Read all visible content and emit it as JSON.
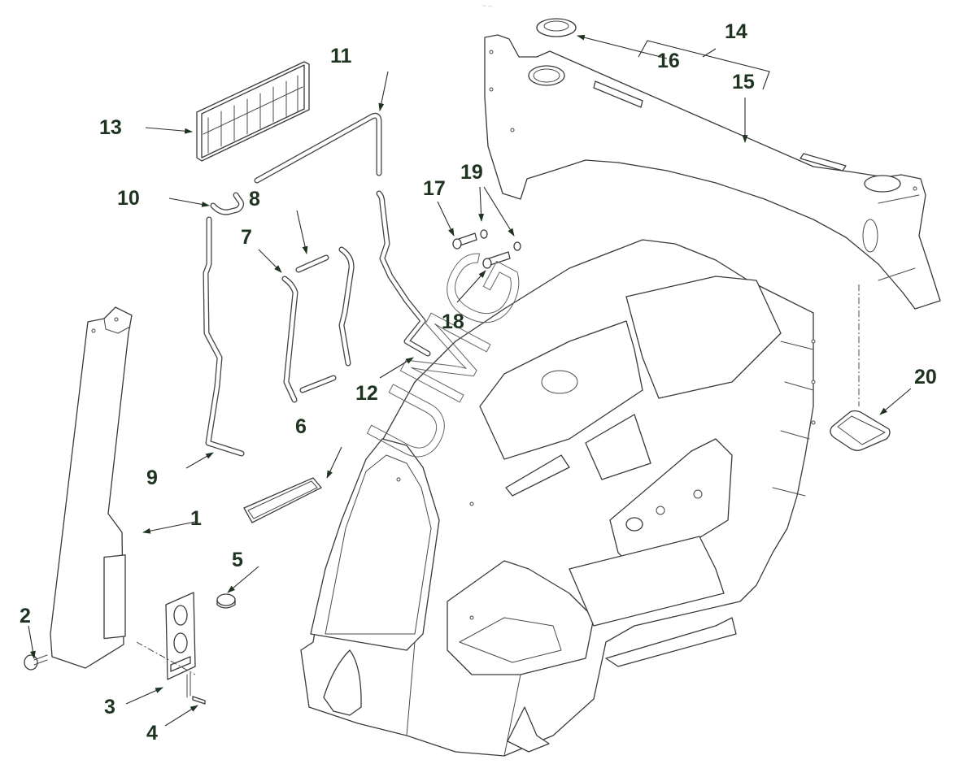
{
  "diagram": {
    "type": "exploded parts diagram",
    "subject": "cab / body shell assembly",
    "watermark": "UMG",
    "top_mark": "~ --",
    "colors": {
      "callout_text": "#1e3320",
      "line_art": "#3a3a3a",
      "background": "#ffffff",
      "watermark_stroke": "#666666"
    },
    "callouts": [
      {
        "id": "1",
        "label": "1",
        "part": "left rear corner trim panel"
      },
      {
        "id": "2",
        "label": "2",
        "part": "push rivet / fastener"
      },
      {
        "id": "3",
        "label": "3",
        "part": "switch/control plate with two knobs"
      },
      {
        "id": "4",
        "label": "4",
        "part": "screw"
      },
      {
        "id": "5",
        "label": "5",
        "part": "grommet / knob cap"
      },
      {
        "id": "6",
        "label": "6",
        "part": "rectangular seal / gasket"
      },
      {
        "id": "7",
        "label": "7",
        "part": "formed hose"
      },
      {
        "id": "8",
        "label": "8",
        "part": "short straight hose"
      },
      {
        "id": "9",
        "label": "9",
        "part": "long formed hose"
      },
      {
        "id": "10",
        "label": "10",
        "part": "hook clip"
      },
      {
        "id": "11",
        "label": "11",
        "part": "bent tube"
      },
      {
        "id": "12",
        "label": "12",
        "part": "formed hose"
      },
      {
        "id": "13",
        "label": "13",
        "part": "grille / filter panel"
      },
      {
        "id": "14",
        "label": "14",
        "part": "upper headliner assembly (includes 15, 16)"
      },
      {
        "id": "15",
        "label": "15",
        "part": "headliner panel"
      },
      {
        "id": "16",
        "label": "16",
        "part": "round plug / cap"
      },
      {
        "id": "17",
        "label": "17",
        "part": "bolt"
      },
      {
        "id": "18",
        "label": "18",
        "part": "bolt"
      },
      {
        "id": "19",
        "label": "19",
        "part": "washers"
      },
      {
        "id": "20",
        "label": "20",
        "part": "seal ring"
      }
    ]
  }
}
